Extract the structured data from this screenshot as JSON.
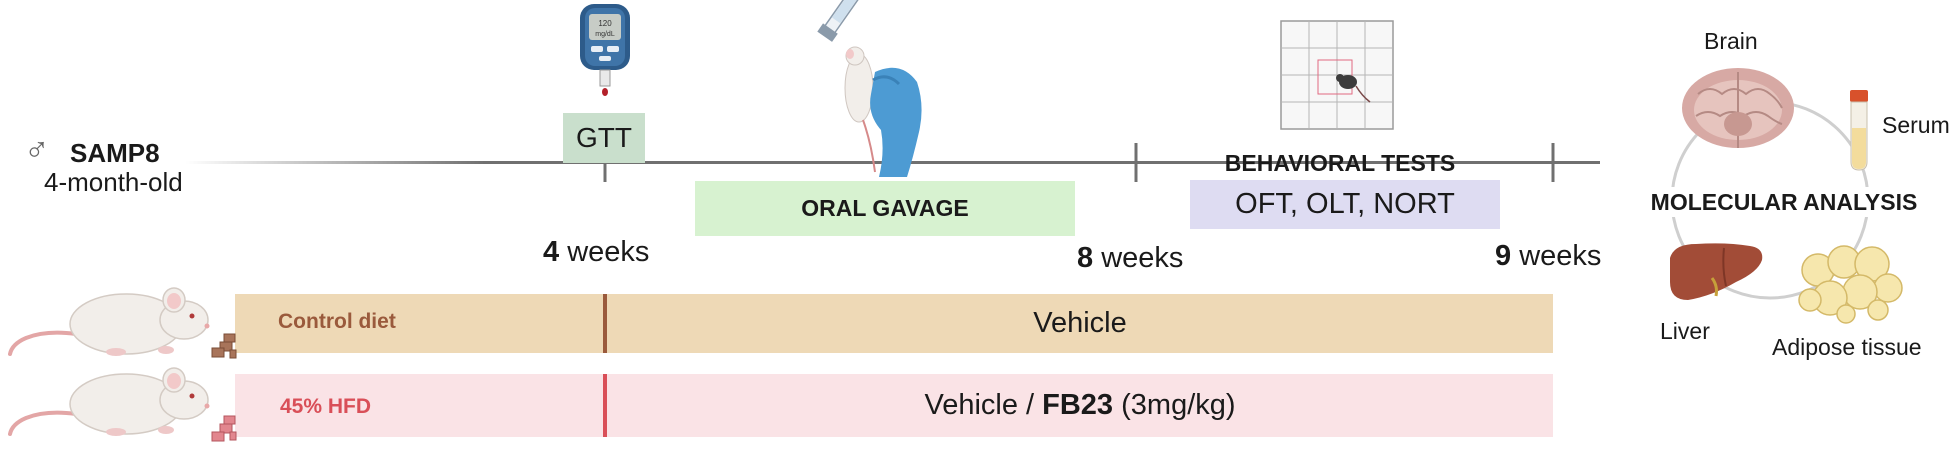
{
  "subject": {
    "male_symbol": "♂",
    "strain": "SAMP8",
    "age": "4-month-old"
  },
  "timeline": {
    "week4": {
      "number": "4",
      "unit": " weeks"
    },
    "week8": {
      "number": "8",
      "unit": " weeks"
    },
    "week9": {
      "number": "9",
      "unit": " weeks"
    }
  },
  "procedures": {
    "gtt_label": "GTT",
    "glucometer_reading": "120",
    "glucometer_unit": "mg/dL",
    "oral_gavage": "ORAL GAVAGE",
    "behavioral_title": "BEHAVIORAL TESTS",
    "behavioral_tests": "OFT, OLT, NORT"
  },
  "analysis": {
    "title": "MOLECULAR ANALYSIS",
    "brain": "Brain",
    "serum": "Serum",
    "liver": "Liver",
    "adipose": "Adipose tissue"
  },
  "groups": {
    "control": {
      "diet": "Control diet",
      "treatment": "Vehicle"
    },
    "hfd": {
      "diet": "45% HFD",
      "treatment_prefix": "Vehicle / ",
      "treatment_drug": "FB23",
      "treatment_dose": " (3mg/kg)"
    }
  },
  "colors": {
    "gtt_box": "#c9dfcc",
    "gavage_box": "#d7f2d0",
    "behavior_box": "#dedcf2",
    "control_bar": "#eed9b6",
    "control_accent": "#9a5a3c",
    "hfd_bar": "#fae3e6",
    "hfd_accent": "#d94f58",
    "timeline": "#707070"
  }
}
